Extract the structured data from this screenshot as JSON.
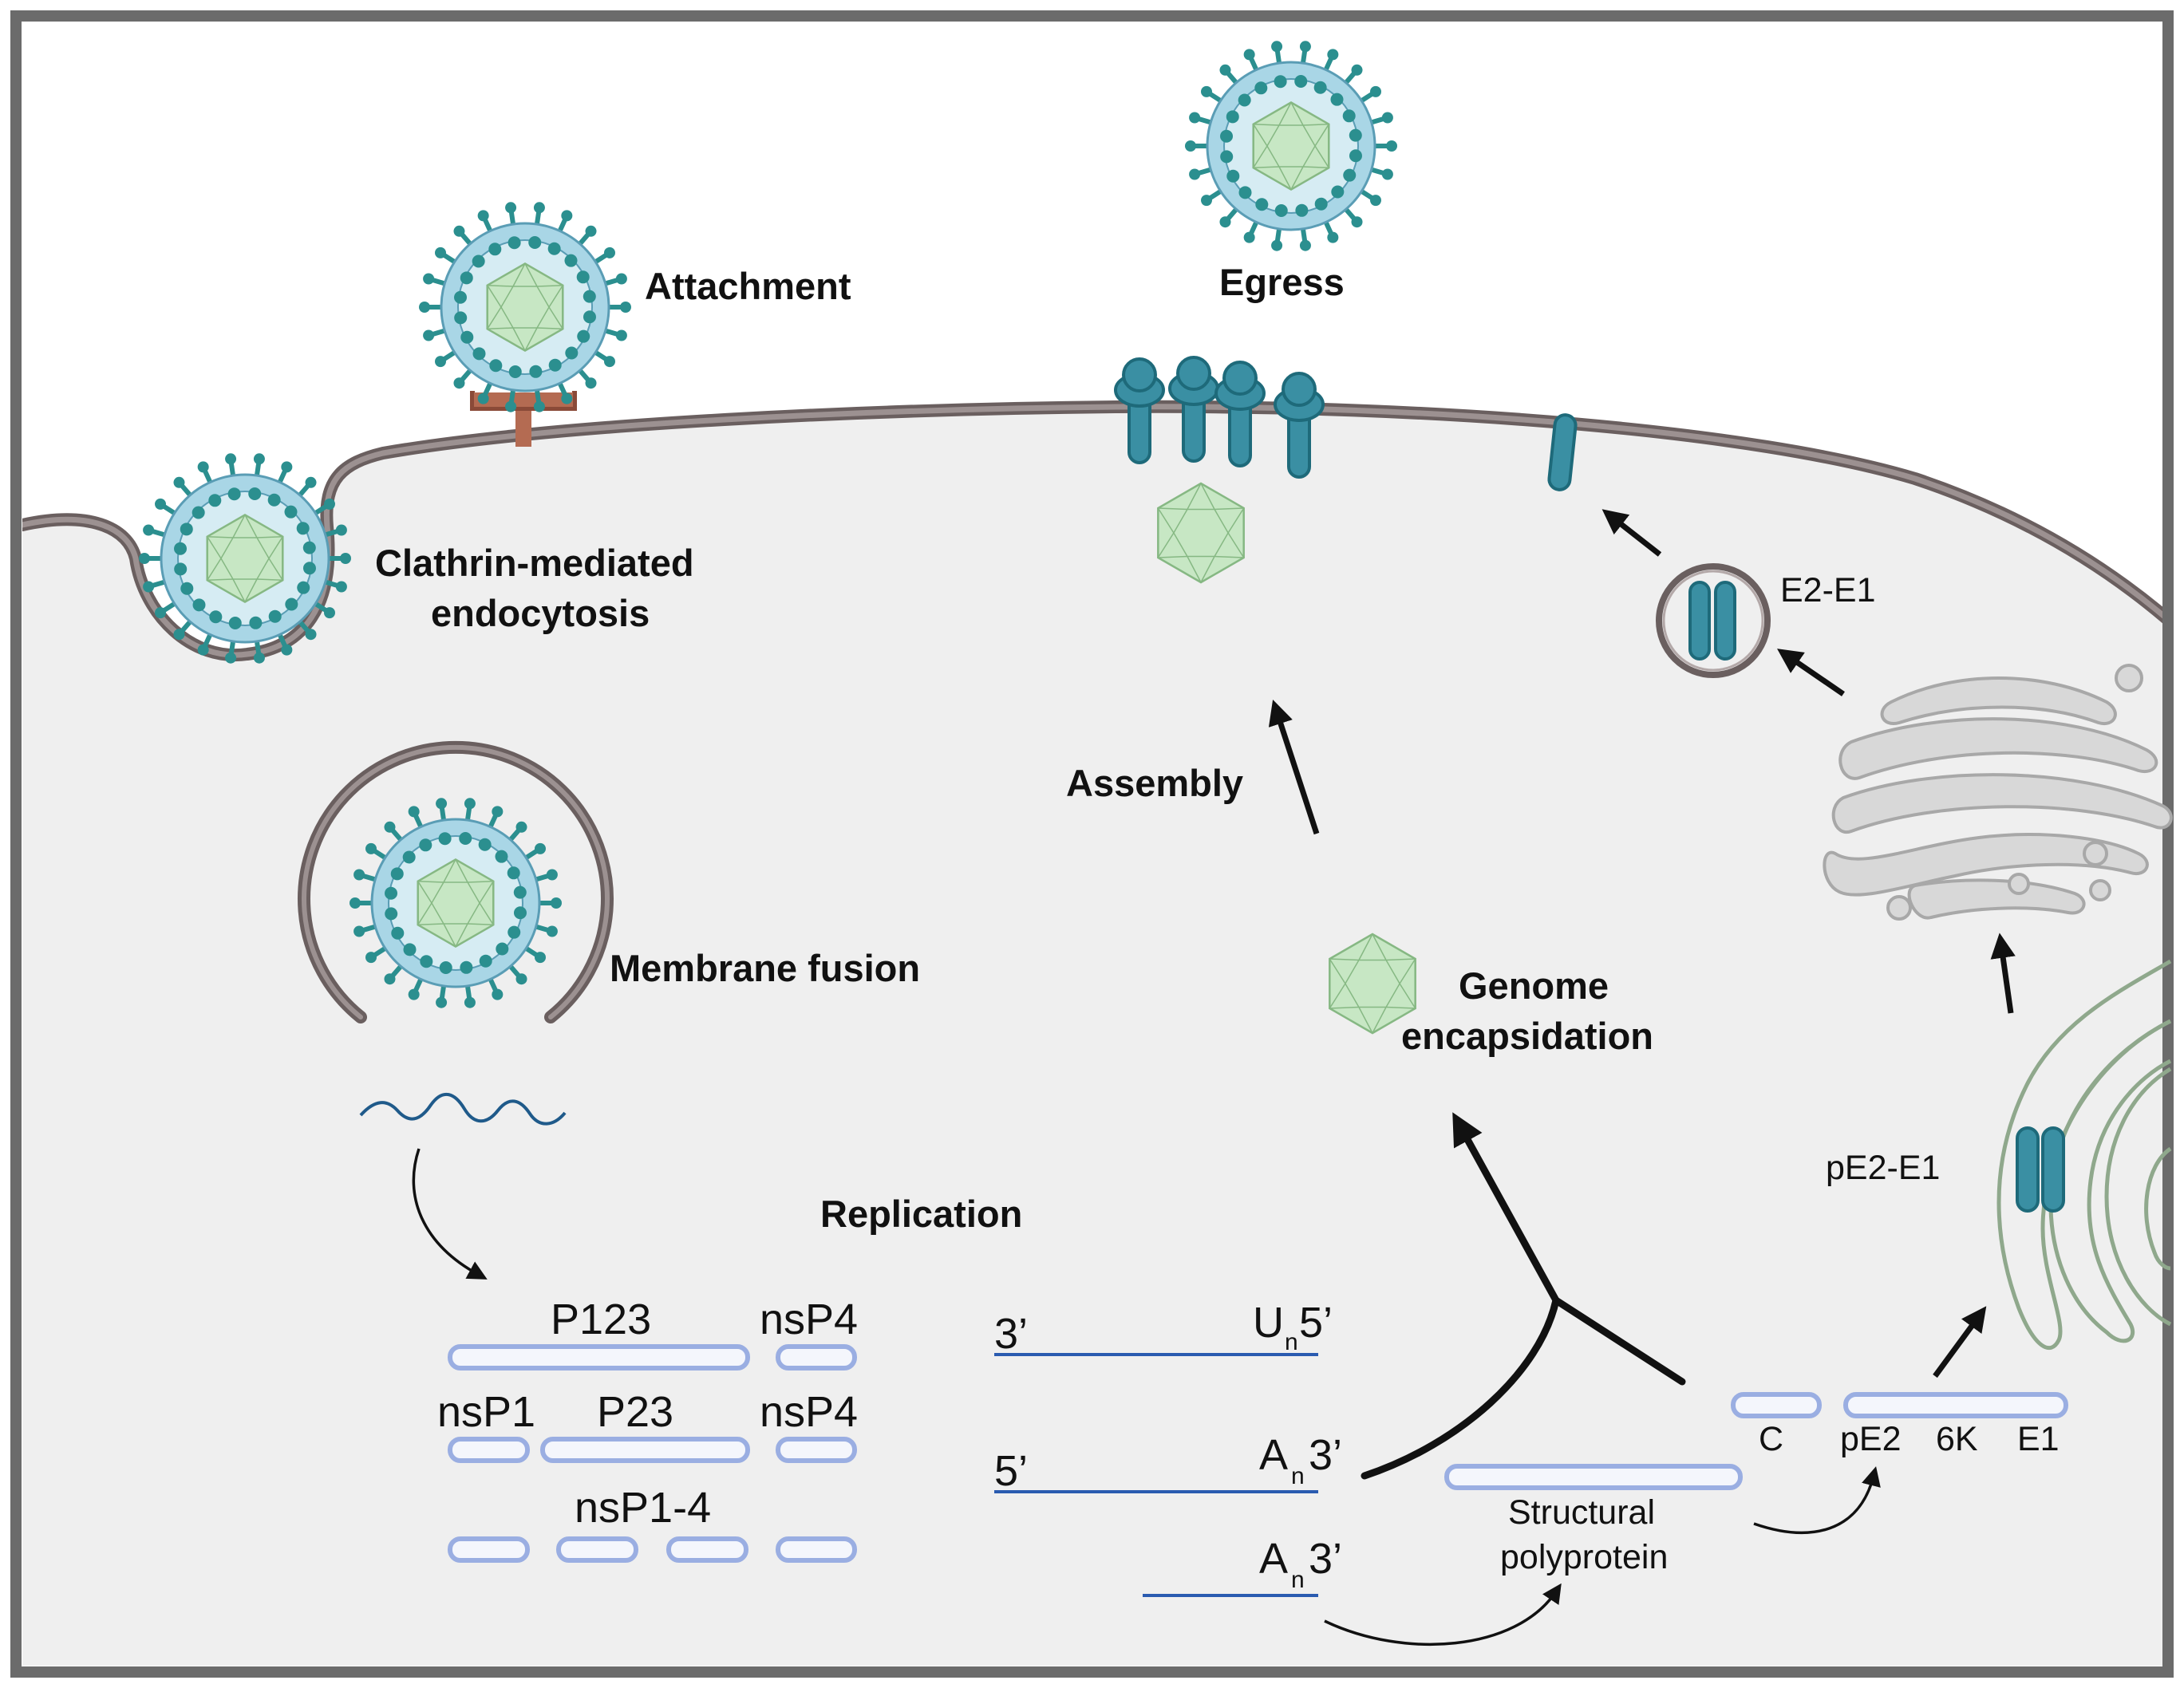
{
  "labels": {
    "attachment": "Attachment",
    "egress": "Egress",
    "clathrin_line1": "Clathrin-mediated",
    "clathrin_line2": "endocytosis",
    "membrane_fusion": "Membrane fusion",
    "assembly": "Assembly",
    "genome_line1": "Genome",
    "genome_line2": "encapsidation",
    "replication": "Replication",
    "e2_e1": "E2-E1",
    "pe2_e1": "pE2-E1"
  },
  "nonstructural": {
    "p123": "P123",
    "nsp4_a": "nsP4",
    "nsp1": "nsP1",
    "p23": "P23",
    "nsp4_b": "nsP4",
    "nsp1_4": "nsP1-4"
  },
  "rna": {
    "r1_left": "3’",
    "r1_right_main": "U",
    "r1_right_sub": "n",
    "r1_right_end": "5’",
    "r2_left": "5’",
    "r2_right_main": "A",
    "r2_right_sub": "n",
    "r2_right_end": "3’",
    "r3_right_main": "A",
    "r3_right_sub": "n",
    "r3_right_end": "3’"
  },
  "structural": {
    "polyprotein_line1": "Structural",
    "polyprotein_line2": "polyprotein",
    "c": "C",
    "pe2": "pE2",
    "k6": "6K",
    "e1": "E1"
  },
  "colors": {
    "cell_fill": "#efefef",
    "membrane": "#8a7f7f",
    "membrane_dark": "#6a5f5f",
    "envelope": "#a9d6e6",
    "spike": "#2b8f8f",
    "capsid": "#c7e7c4",
    "capsid_stroke": "#86b883",
    "protein_bar": "#9aaee2",
    "glycoprotein": "#3a8fa3",
    "rna": "#2a5bb0",
    "golgi": "#d2d2d2",
    "er": "#8fa88c",
    "receptor": "#b46b52",
    "frame": "#6b6b6b"
  }
}
